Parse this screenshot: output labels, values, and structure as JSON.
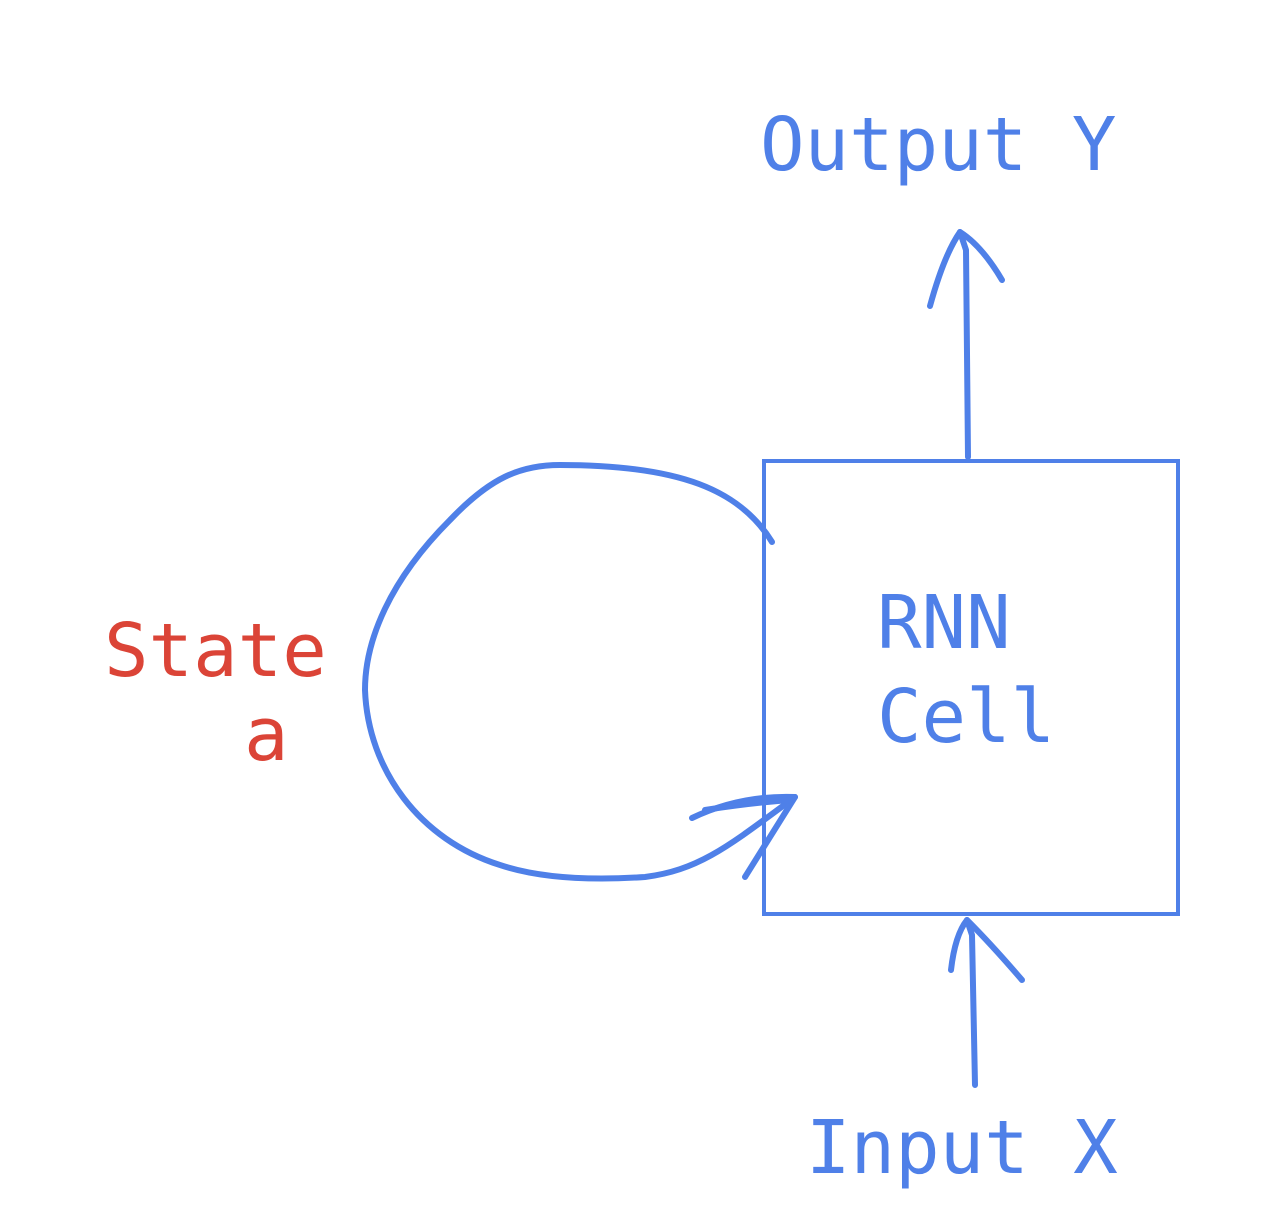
{
  "colors": {
    "primary": "#4f80e8",
    "state": "#db4437",
    "background": "#ffffff"
  },
  "labels": {
    "output": "Output Y",
    "input": "Input X",
    "cell_line1": "RNN",
    "cell_line2": "Cell",
    "state_line1": "State",
    "state_line2": "a"
  }
}
